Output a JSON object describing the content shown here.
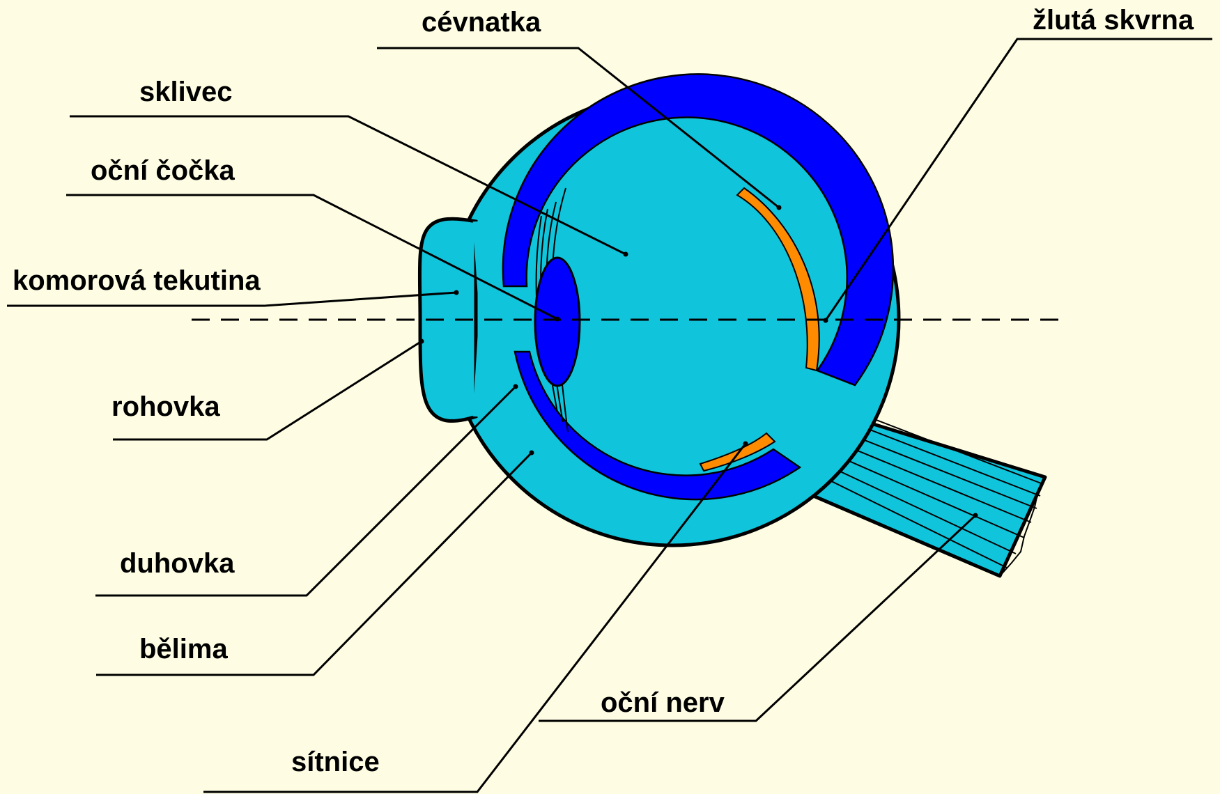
{
  "diagram": {
    "colors": {
      "background": "#fefde4",
      "eyeball": "#10c4dc",
      "choroid_iris_lens": "#0000ff",
      "retina": "#ff8c00",
      "outline": "#000000"
    },
    "labels": {
      "cevnatka": "cévnatka",
      "zluta_skvrna": "žlutá skvrna",
      "sklivec": "sklivec",
      "ocni_cocka": "oční čočka",
      "komorova_tekutina": "komorová tekutina",
      "rohovka": "rohovka",
      "duhovka": "duhovka",
      "belima": "bělima",
      "ocni_nerv": "oční nerv",
      "sitnice": "sítnice"
    }
  }
}
